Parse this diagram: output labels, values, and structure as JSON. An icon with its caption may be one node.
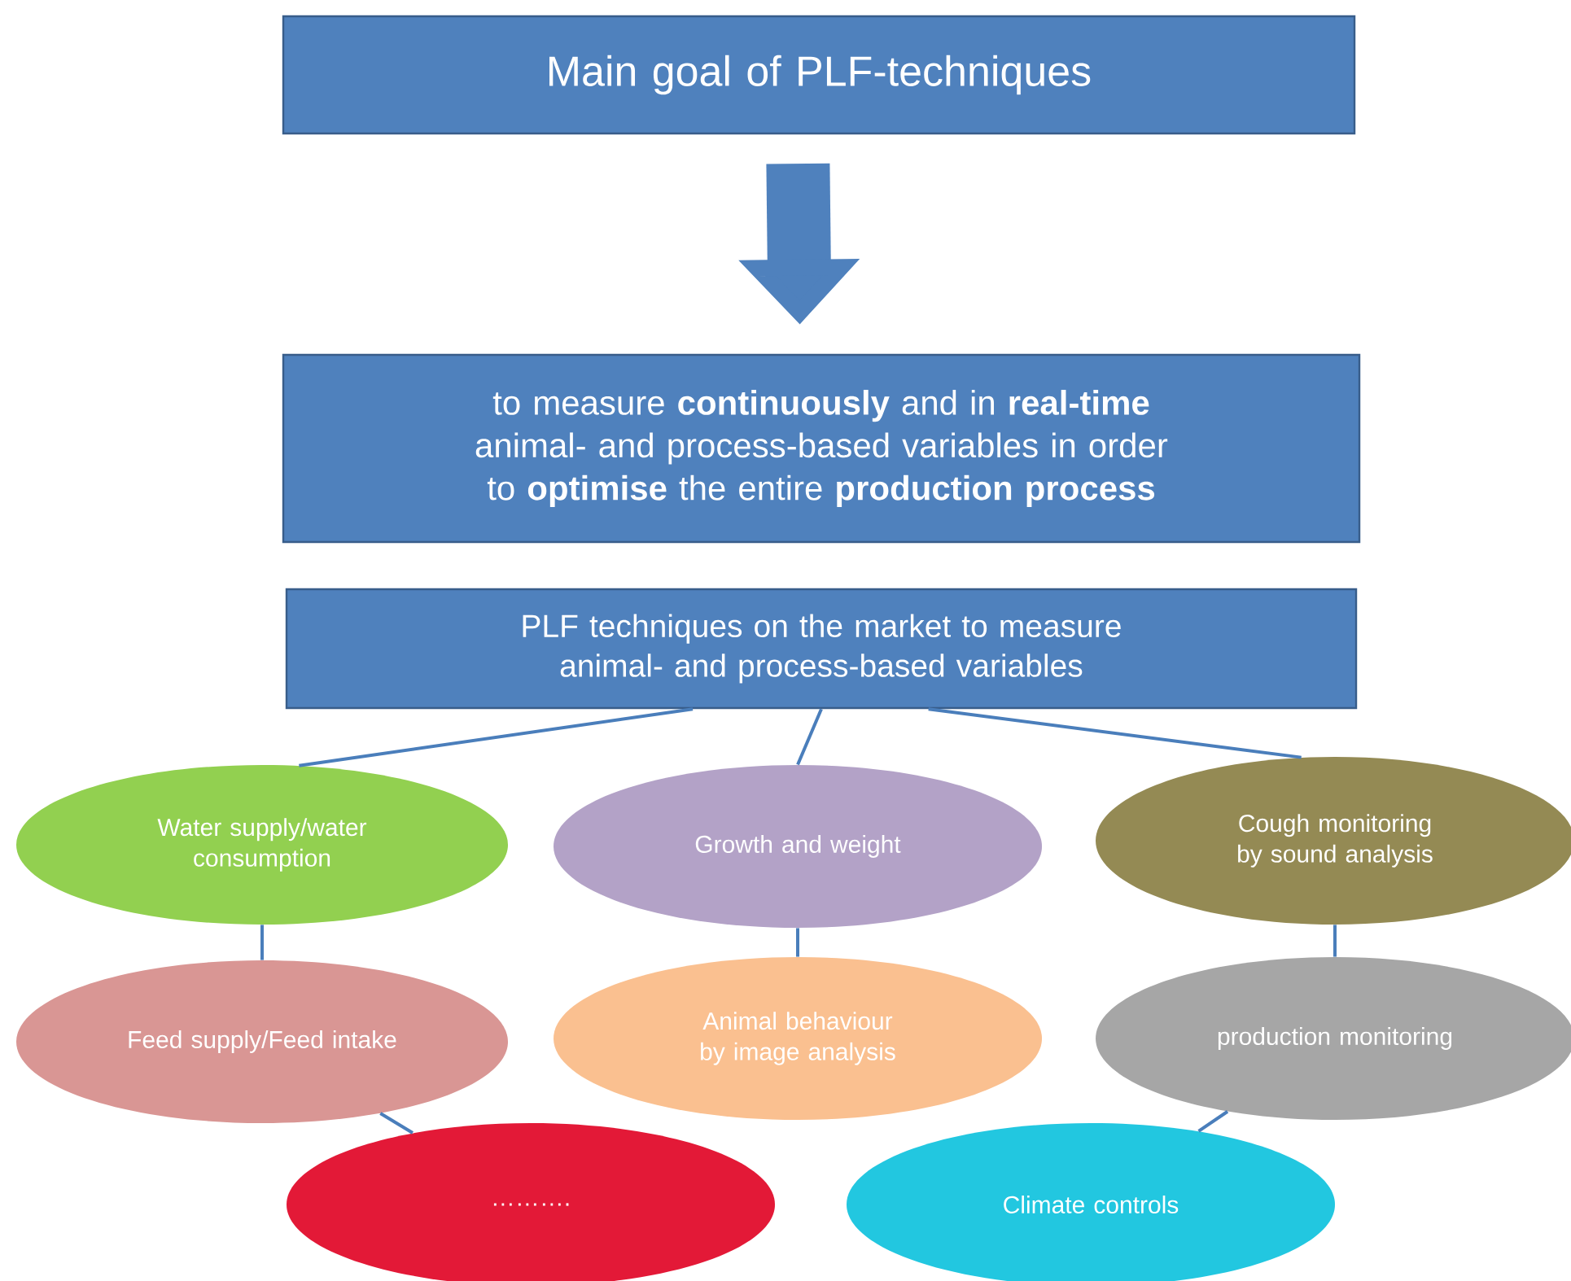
{
  "diagram": {
    "nodes": [
      {
        "text": [
          "Main goal of PLF-techniques"
        ]
      },
      {
        "text": [
          "to measure **continuously** and in **real-time** animal- and process-based variables in order to **optimise** the entire **production process**"
        ]
      },
      {
        "text": [
          "PLF techniques on the market to measure animal- and process-based variables"
        ]
      },
      {
        "text": [
          "Water supply/water consumption"
        ]
      },
      {
        "text": [
          "Growth and weight"
        ]
      },
      {
        "text": [
          "Cough monitoring by sound analysis"
        ]
      },
      {
        "text": [
          "Feed supply/Feed intake"
        ]
      },
      {
        "text": [
          "Animal behaviour by image analysis"
        ]
      },
      {
        "text": [
          "production monitoring"
        ]
      },
      {
        "text": [
          "………."
        ]
      },
      {
        "text": [
          "Climate controls"
        ]
      }
    ],
    "edges": [
      {
        "from": 0,
        "to": 1,
        "arrow": "to",
        "style": "thick"
      },
      {
        "from": 2,
        "to": 3,
        "arrow": "none"
      },
      {
        "from": 2,
        "to": 4,
        "arrow": "none"
      },
      {
        "from": 2,
        "to": 5,
        "arrow": "none"
      },
      {
        "from": 3,
        "to": 6,
        "arrow": "none"
      },
      {
        "from": 4,
        "to": 7,
        "arrow": "none"
      },
      {
        "from": 5,
        "to": 8,
        "arrow": "none"
      },
      {
        "from": 6,
        "to": 9,
        "arrow": "none"
      },
      {
        "from": 8,
        "to": 10,
        "arrow": "none"
      }
    ]
  }
}
